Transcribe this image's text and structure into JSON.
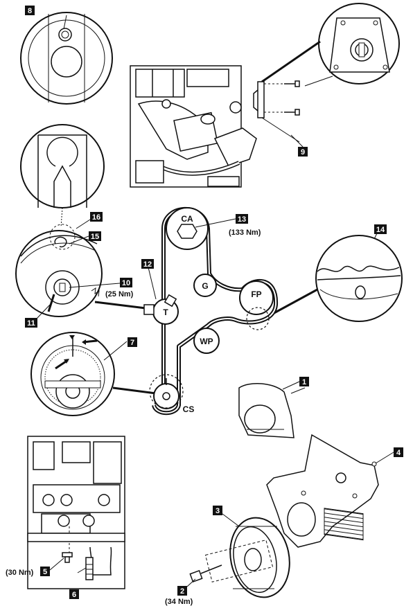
{
  "callouts": {
    "c1": "1",
    "c2": "2",
    "c3": "3",
    "c4": "4",
    "c5": "5",
    "c6": "6",
    "c7": "7",
    "c8": "8",
    "c9": "9",
    "c10": "10",
    "c11": "11",
    "c12": "12",
    "c13": "13",
    "c14": "14",
    "c15": "15",
    "c16": "16"
  },
  "torques": {
    "camshaft": "(133 Nm)",
    "tensioner": "(25 Nm)",
    "pin_bolt": "(30 Nm)",
    "pulley_bolt": "(34 Nm)"
  },
  "pulleys": {
    "camshaft": "CA",
    "idler": "G",
    "fuel_pump": "FP",
    "water_pump": "WP",
    "tensioner": "T",
    "crankshaft": "CS"
  },
  "colors": {
    "ink": "#111111",
    "paper": "#ffffff",
    "badge": "#111111",
    "belt": "#111111"
  }
}
